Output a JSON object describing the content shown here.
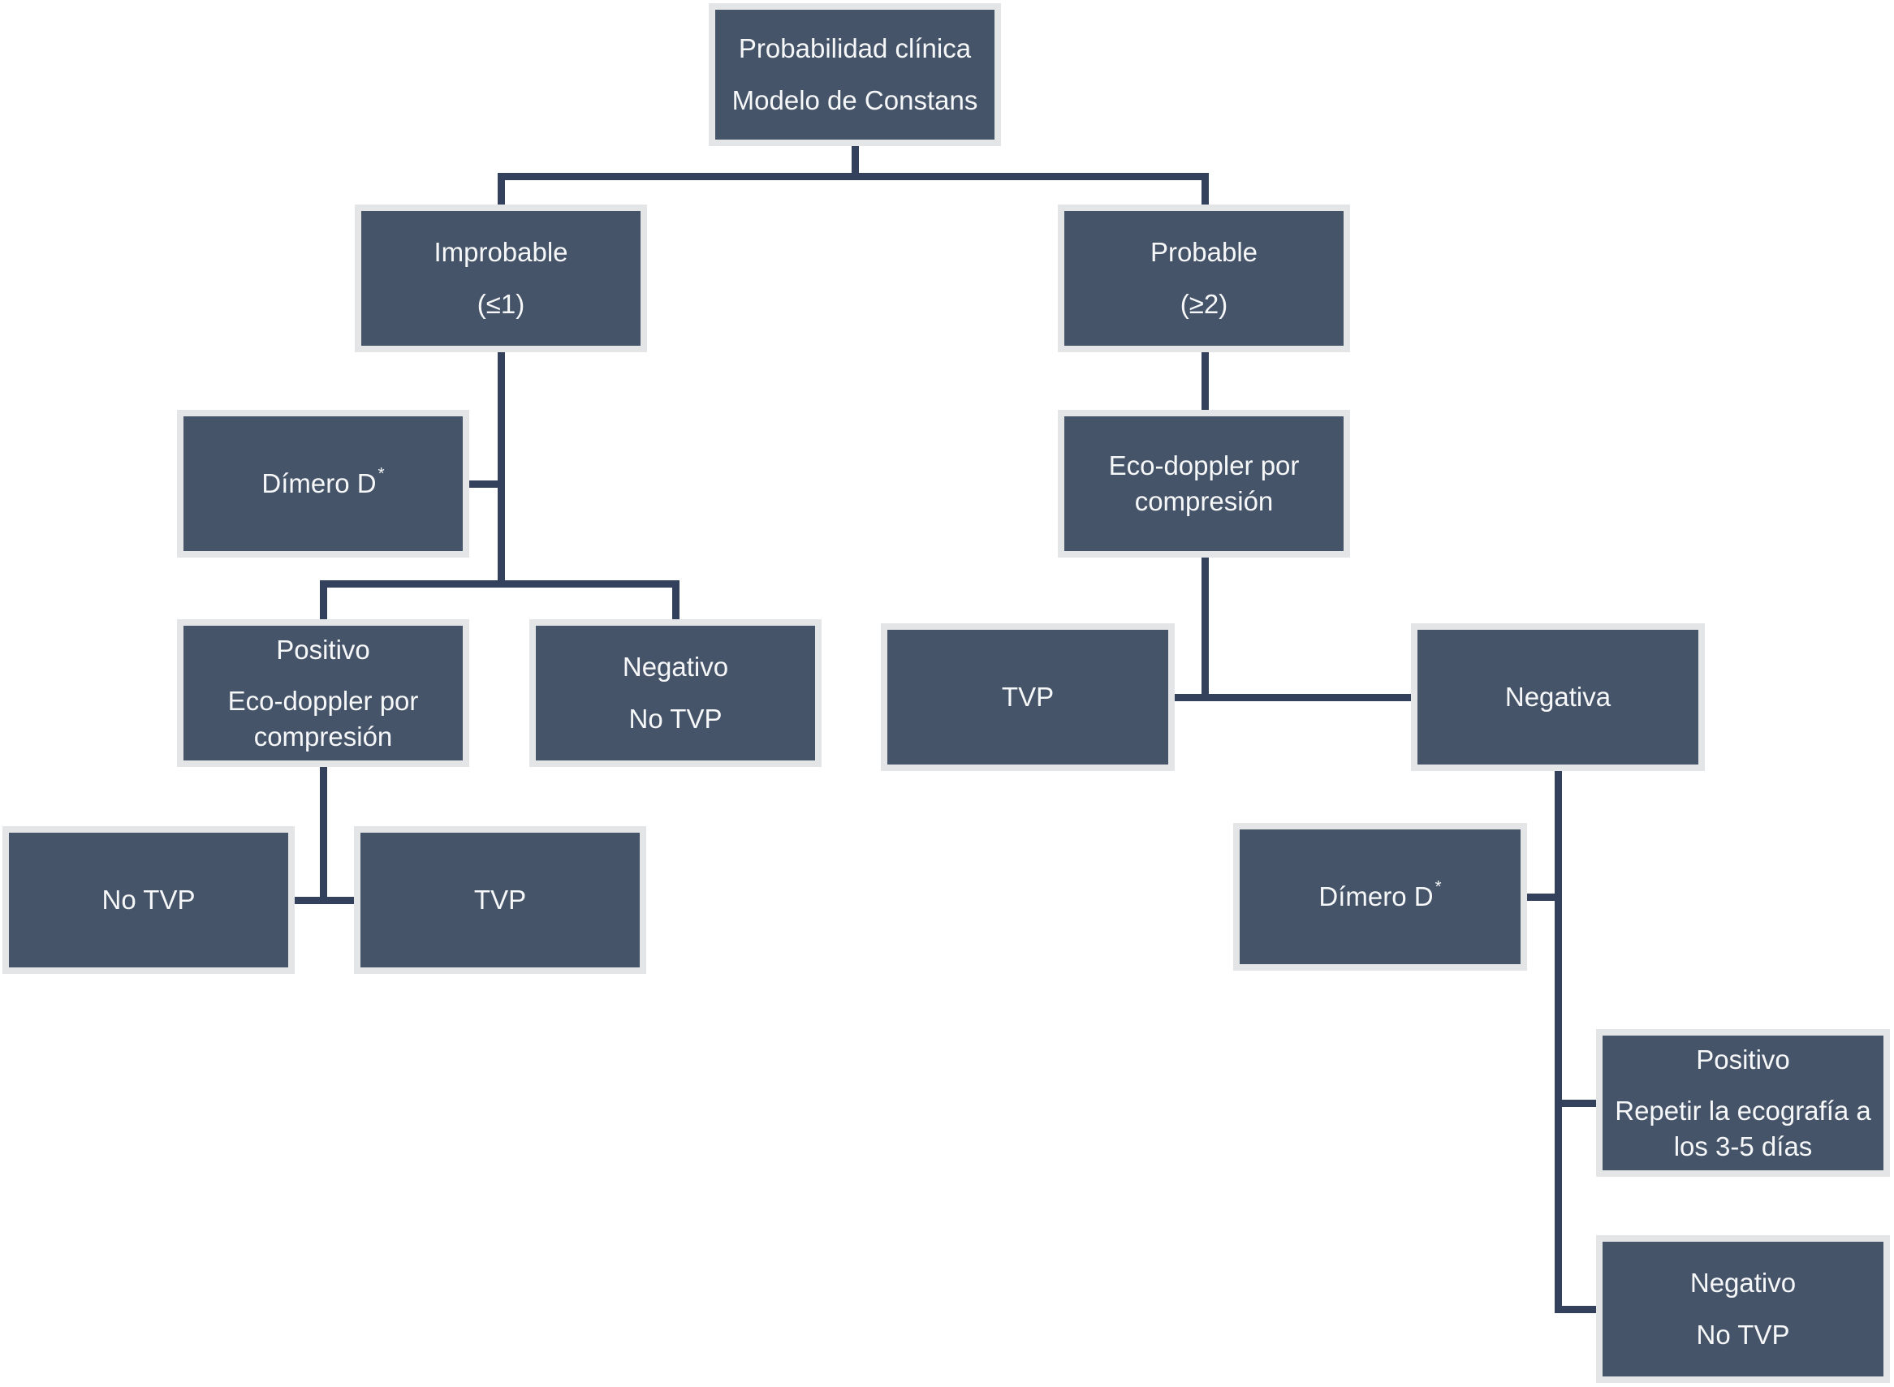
{
  "diagram": {
    "type": "flowchart",
    "language": "es"
  },
  "colors": {
    "box_fill": "#465469",
    "box_border": "#e4e5e7",
    "connector_line": "#33415c",
    "text": "#f6f7f8",
    "background": "#ffffff"
  },
  "nodes": {
    "root": {
      "lines": [
        "Probabilidad clínica",
        "Modelo de Constans"
      ]
    },
    "improbable": {
      "lines": [
        "Improbable",
        "(≤1)"
      ]
    },
    "probable": {
      "lines": [
        "Probable",
        "(≥2)"
      ]
    },
    "dimero_left": {
      "text": "Dímero D",
      "sup": "*"
    },
    "eco_doppler": {
      "lines": [
        "Eco-doppler por compresión"
      ]
    },
    "positivo_eco": {
      "lines": [
        "Positivo",
        "Eco-doppler por compresión"
      ]
    },
    "negativo_left": {
      "lines": [
        "Negativo",
        "No TVP"
      ]
    },
    "no_tvp_left": {
      "lines": [
        "No TVP"
      ]
    },
    "tvp_left": {
      "lines": [
        "TVP"
      ]
    },
    "tvp_right": {
      "lines": [
        "TVP"
      ]
    },
    "negativa": {
      "lines": [
        "Negativa"
      ]
    },
    "dimero_right": {
      "text": "Dímero D",
      "sup": "*"
    },
    "positivo_repetir": {
      "lines": [
        "Positivo",
        "Repetir la ecografía a los 3-5 días"
      ]
    },
    "negativo_right": {
      "lines": [
        "Negativo",
        "No TVP"
      ]
    }
  }
}
